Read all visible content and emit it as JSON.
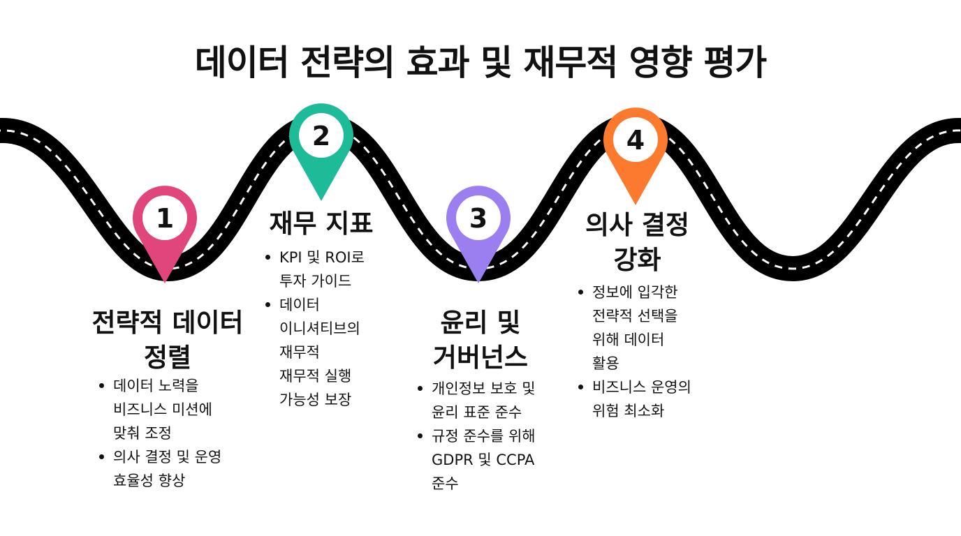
{
  "title": "데이터 전략의 효과 및 재무적 영향 평가",
  "stages": [
    {
      "number": "1",
      "color": "#E0457B",
      "title_lines": [
        "전략적 데이터",
        "정렬"
      ],
      "bullets": [
        [
          "데이터 노력을",
          "비즈니스 미션에",
          "맞춰 조정"
        ],
        [
          "의사 결정 및 운영",
          "효율성 향상"
        ]
      ]
    },
    {
      "number": "2",
      "color": "#1EBB98",
      "title_lines": [
        "재무 지표"
      ],
      "bullets": [
        [
          "KPI 및 ROI로",
          "투자 가이드"
        ],
        [
          "데이터",
          "이니셔티브의",
          "재무적",
          "재무적 실행",
          "가능성 보장"
        ]
      ]
    },
    {
      "number": "3",
      "color": "#9B7EF0",
      "title_lines": [
        "윤리 및",
        "거버넌스"
      ],
      "bullets": [
        [
          "개인정보 보호 및",
          "윤리 표준 준수"
        ],
        [
          "규정 준수를 위해",
          "GDPR 및 CCPA",
          "준수"
        ]
      ]
    },
    {
      "number": "4",
      "color": "#FB7A2E",
      "title_lines": [
        "의사 결정",
        "강화"
      ],
      "bullets": [
        [
          "정보에 입각한",
          "전략적 선택을",
          "위해 데이터",
          "활용"
        ],
        [
          "비즈니스 운영의",
          "위험 최소화"
        ]
      ]
    }
  ]
}
